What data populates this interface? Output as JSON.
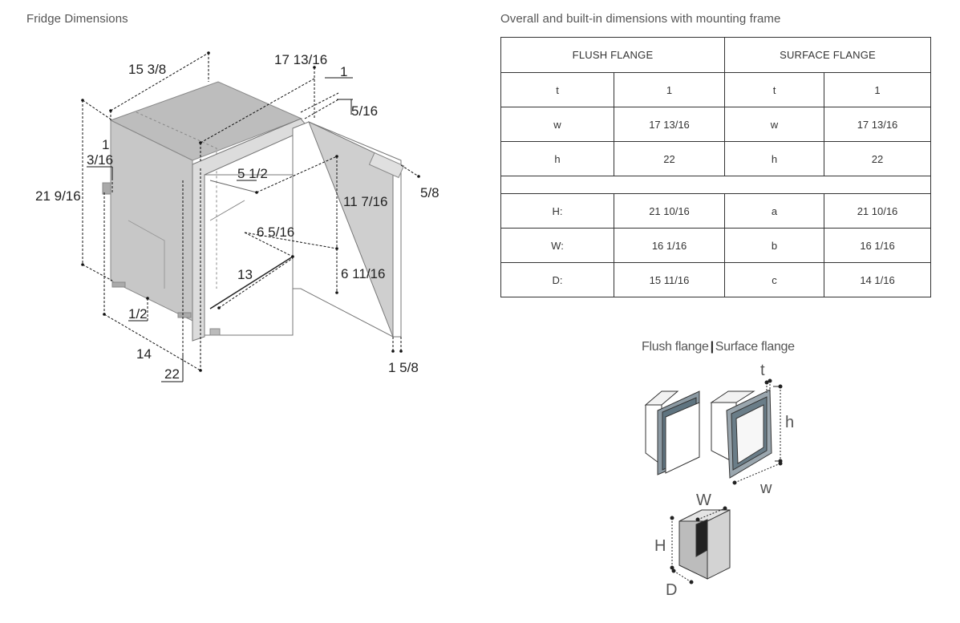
{
  "titles": {
    "left": "Fridge Dimensions",
    "right": "Overall and built-in dimensions with mounting frame"
  },
  "fridge_dims": {
    "top_width": "15 3/8",
    "frame_width": "17 13/16",
    "frame_t": "1",
    "frame_t2": "5/16",
    "side_top": "1",
    "side_top2": "3/16",
    "height": "21 9/16",
    "shelf_depth": "5 1/2",
    "door_upper": "11 7/16",
    "right_small": "5/8",
    "shelf2": "6 5/16",
    "inner_width": "13",
    "door_lower": "6 11/16",
    "foot": "1/2",
    "depth": "14",
    "frame_depth": "22",
    "door_thickness": "1 5/8"
  },
  "table": {
    "headers": [
      "FLUSH FLANGE",
      "SURFACE FLANGE"
    ],
    "rows_top": [
      {
        "fl": "t",
        "fv": "1",
        "sl": "t",
        "sv": "1"
      },
      {
        "fl": "w",
        "fv": "17 13/16",
        "sl": "w",
        "sv": "17 13/16"
      },
      {
        "fl": "h",
        "fv": "22",
        "sl": "h",
        "sv": "22"
      }
    ],
    "rows_bottom": [
      {
        "fl": "H:",
        "fv": "21 10/16",
        "sl": "a",
        "sv": "21 10/16"
      },
      {
        "fl": "W:",
        "fv": "16 1/16",
        "sl": "b",
        "sv": "16 1/16"
      },
      {
        "fl": "D:",
        "fv": "15 11/16",
        "sl": "c",
        "sv": "14 1/16"
      }
    ]
  },
  "legend": {
    "flush": "Flush flange",
    "surface": "Surface flange",
    "t": "t",
    "h": "h",
    "w": "w",
    "W": "W",
    "H": "H",
    "D": "D"
  }
}
